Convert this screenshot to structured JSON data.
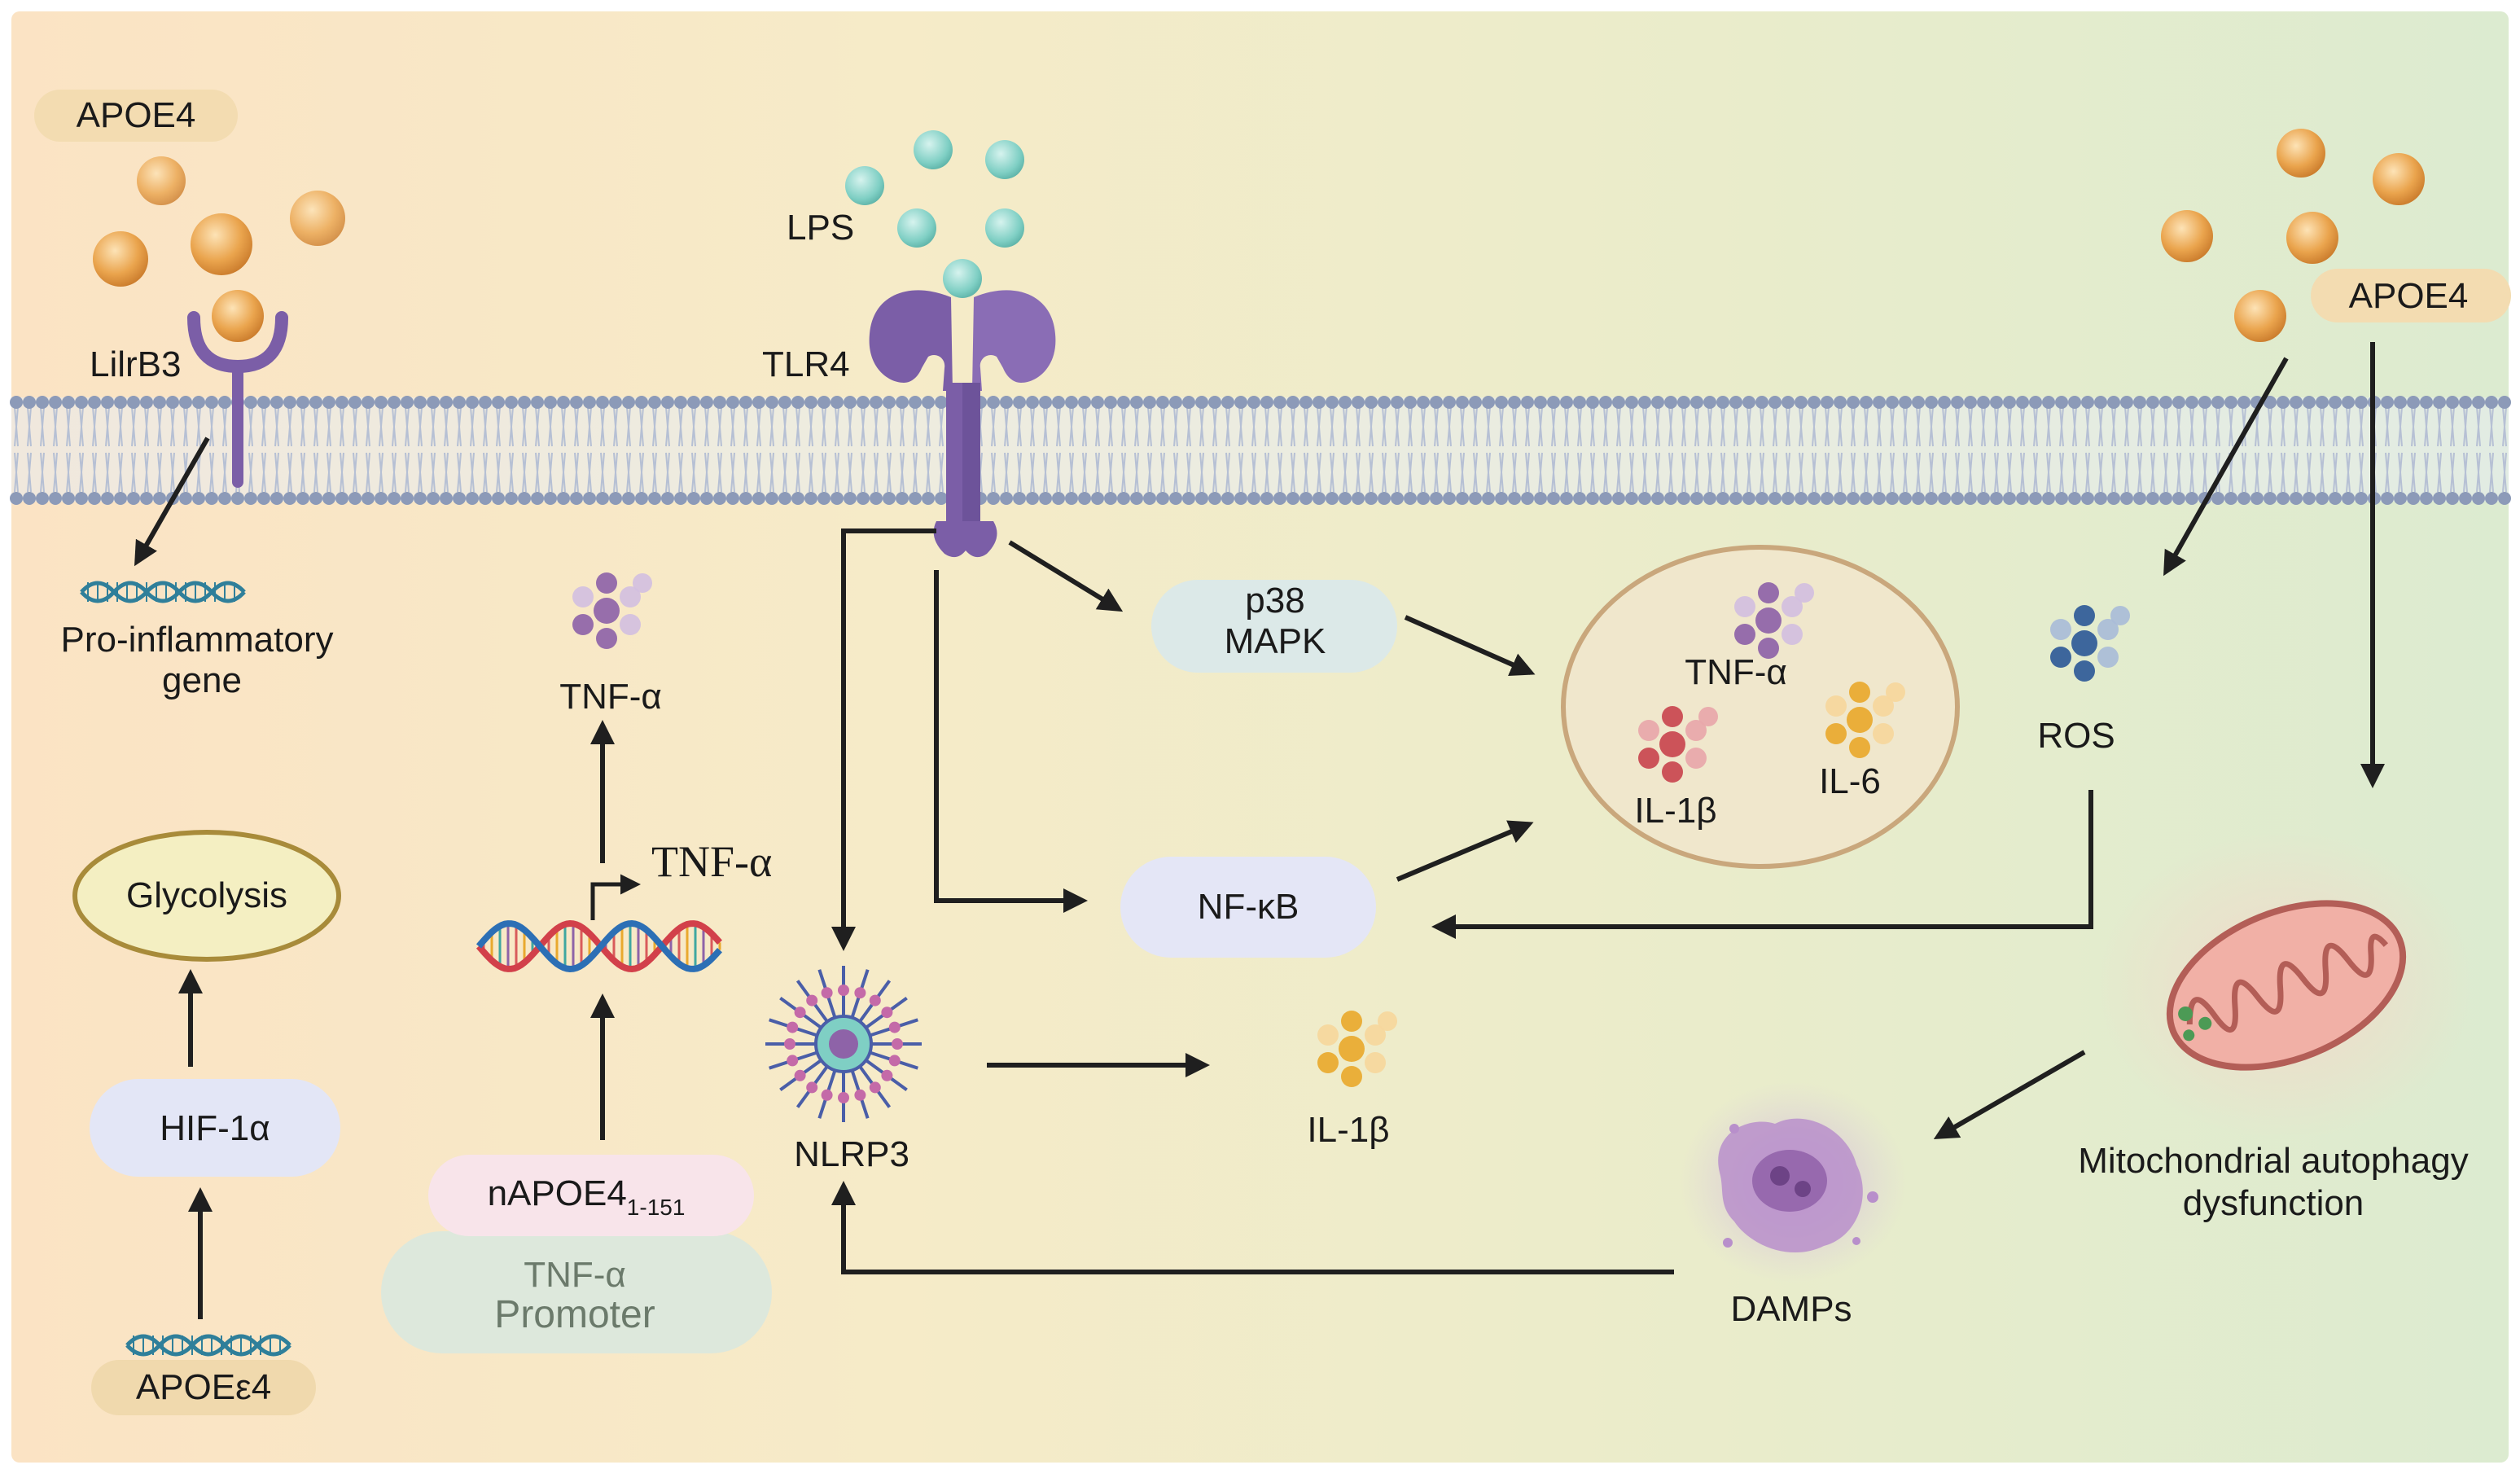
{
  "labels": {
    "apoe4_left": "APOE4",
    "lilrb3": "LilrB3",
    "proinflam_line1": "Pro-inflammatory",
    "proinflam_line2": "gene",
    "glycolysis": "Glycolysis",
    "hif1a": "HIF-1α",
    "apoe_e4": "APOEε4",
    "tnfa_top": "TNF-α",
    "tnfa_gene": "TNF-α",
    "napoe4": "nAPOE4",
    "napoe4_sub": "1-151",
    "promoter_line1": "TNF-α",
    "promoter_line2": "Promoter",
    "lps": "LPS",
    "tlr4": "TLR4",
    "p38_line1": "p38",
    "p38_line2": "MAPK",
    "nfkb": "NF-κB",
    "nlrp3": "NLRP3",
    "il1b_bottom": "IL-1β",
    "cyto_tnfa": "TNF-α",
    "cyto_il1b": "IL-1β",
    "cyto_il6": "IL-6",
    "ros": "ROS",
    "apoe4_right": "APOE4",
    "mito_line1": "Mitochondrial autophagy",
    "mito_line2": "dysfunction",
    "damps": "DAMPs"
  },
  "colors": {
    "apoe_particle": "#e8a34a",
    "lps_particle": "#7fcfc4",
    "receptor": "#7b5ea7",
    "membrane_head": "#8c9ab8",
    "tnf_cluster": "#8e63a8",
    "il1b_cluster": "#c9474f",
    "il6_cluster": "#e9a92e",
    "ros_cluster": "#4a6fa5",
    "mitochondrion": "#d98880",
    "arrow": "#1f1f1f"
  }
}
